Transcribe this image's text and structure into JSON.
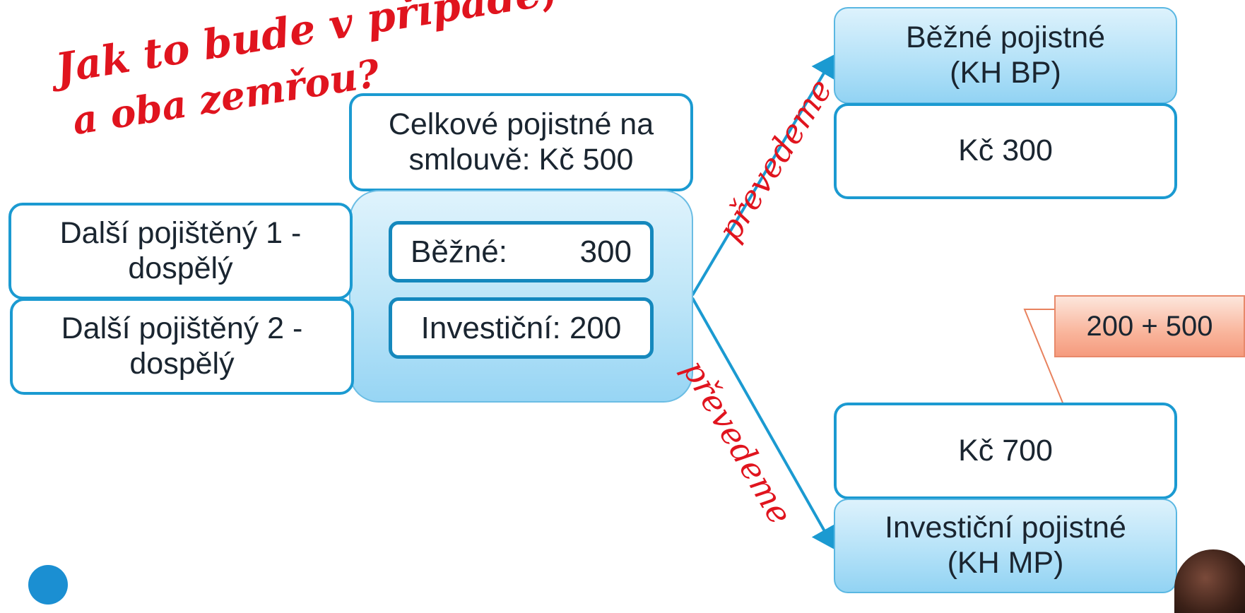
{
  "question_note": {
    "line1": "Jak to bude v případě,",
    "line2": "a oba zemřou?"
  },
  "contract_total": "Celkové pojistné na\nsmlouvě: Kč 500",
  "insured_persons": [
    "Další pojištěný 1 -\ndospělý",
    "Další pojištěný 2 -\ndospělý"
  ],
  "premium_split": {
    "regular": {
      "label": "Běžné:",
      "value": "300"
    },
    "investment": {
      "label": "Investiční:",
      "value": "200"
    }
  },
  "transfer_label_top": "převedeme",
  "transfer_label_bottom": "převedeme",
  "regular_account": {
    "title": "Běžné pojistné\n(KH BP)",
    "amount": "Kč 300"
  },
  "investment_account": {
    "title": "Investiční pojistné\n(KH MP)",
    "amount": "Kč 700"
  },
  "callout": "200 + 500",
  "colors": {
    "accent_blue": "#1b9ad1",
    "handwriting_red": "#e0141e",
    "callout_orange": "#f59b7e"
  }
}
